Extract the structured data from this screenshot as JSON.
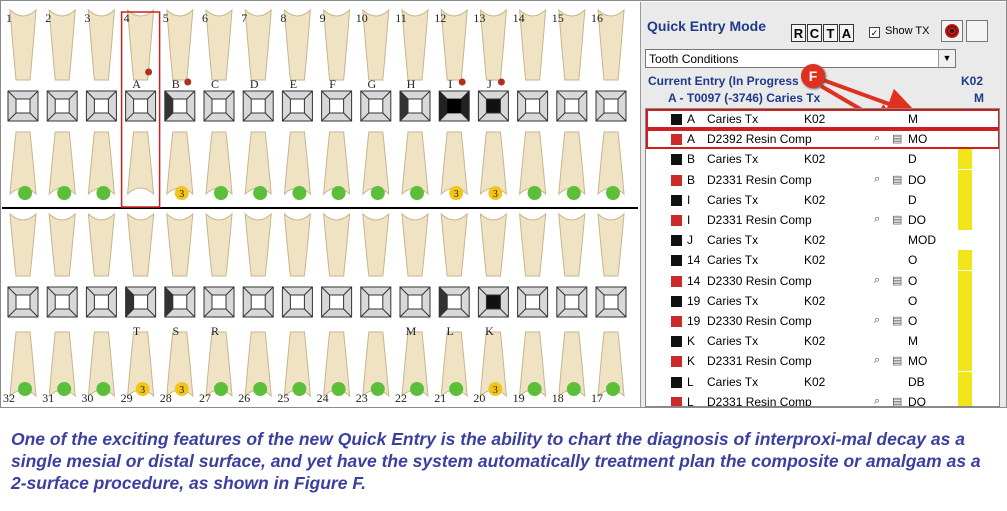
{
  "chart": {
    "upper_numbers": [
      "1",
      "2",
      "3",
      "4",
      "5",
      "6",
      "7",
      "8",
      "9",
      "10",
      "11",
      "12",
      "13",
      "14",
      "15",
      "16"
    ],
    "lower_numbers": [
      "32",
      "31",
      "30",
      "29",
      "28",
      "27",
      "26",
      "25",
      "24",
      "23",
      "22",
      "21",
      "20",
      "19",
      "18",
      "17"
    ],
    "upper_letters": [
      "A",
      "B",
      "C",
      "D",
      "E",
      "F",
      "G",
      "H",
      "I",
      "J"
    ],
    "lower_letters": [
      "T",
      "S",
      "R",
      "M",
      "L",
      "K"
    ],
    "mark_count": "3"
  },
  "panel": {
    "mode_title": "Quick Entry Mode",
    "buttons": [
      "R",
      "C",
      "T",
      "A"
    ],
    "show_tx_label": "Show TX",
    "show_tx_checked": "✓",
    "dropdown_value": "Tooth Conditions",
    "current_entry_label": "Current Entry (In Progress",
    "current_entry_code": "K02",
    "current_entry_line2": "A - T0097  (-3746)   Caries Tx",
    "current_entry_surface": "M",
    "callout": "F"
  },
  "rows": [
    {
      "tooth": "A",
      "desc": "Caries Tx",
      "code": "K02",
      "surf": "M",
      "swatch": "black",
      "yellow": false,
      "icons": false
    },
    {
      "tooth": "A",
      "desc": "D2392 Resin Comp",
      "code": "",
      "surf": "MO",
      "swatch": "red",
      "yellow": false,
      "icons": true
    },
    {
      "tooth": "B",
      "desc": "Caries Tx",
      "code": "K02",
      "surf": "D",
      "swatch": "black",
      "yellow": true,
      "icons": false
    },
    {
      "tooth": "B",
      "desc": "D2331 Resin Comp",
      "code": "",
      "surf": "DO",
      "swatch": "red",
      "yellow": true,
      "icons": true
    },
    {
      "tooth": "I",
      "desc": "Caries Tx",
      "code": "K02",
      "surf": "D",
      "swatch": "black",
      "yellow": true,
      "icons": false
    },
    {
      "tooth": "I",
      "desc": "D2331 Resin Comp",
      "code": "",
      "surf": "DO",
      "swatch": "red",
      "yellow": true,
      "icons": true
    },
    {
      "tooth": "J",
      "desc": "Caries Tx",
      "code": "K02",
      "surf": "MOD",
      "swatch": "black",
      "yellow": false,
      "icons": false
    },
    {
      "tooth": "14",
      "desc": "Caries Tx",
      "code": "K02",
      "surf": "O",
      "swatch": "black",
      "yellow": true,
      "icons": false
    },
    {
      "tooth": "14",
      "desc": "D2330 Resin Comp",
      "code": "",
      "surf": "O",
      "swatch": "red",
      "yellow": true,
      "icons": true
    },
    {
      "tooth": "19",
      "desc": "Caries Tx",
      "code": "K02",
      "surf": "O",
      "swatch": "black",
      "yellow": true,
      "icons": false
    },
    {
      "tooth": "19",
      "desc": "D2330 Resin Comp",
      "code": "",
      "surf": "O",
      "swatch": "red",
      "yellow": true,
      "icons": true
    },
    {
      "tooth": "K",
      "desc": "Caries Tx",
      "code": "K02",
      "surf": "M",
      "swatch": "black",
      "yellow": true,
      "icons": false
    },
    {
      "tooth": "K",
      "desc": "D2331 Resin Comp",
      "code": "",
      "surf": "MO",
      "swatch": "red",
      "yellow": true,
      "icons": true
    },
    {
      "tooth": "L",
      "desc": "Caries Tx",
      "code": "K02",
      "surf": "DB",
      "swatch": "black",
      "yellow": true,
      "icons": false
    },
    {
      "tooth": "L",
      "desc": "D2331 Resin Comp",
      "code": "",
      "surf": "DO",
      "swatch": "red",
      "yellow": true,
      "icons": true
    }
  ],
  "caption": "One of the exciting features of the new Quick Entry is the ability to chart the diagnosis of interproxi-mal decay as a single mesial or distal surface, and yet have the system automatically treatment plan the composite or amalgam as a 2-surface procedure, as shown in Figure F.",
  "colors": {
    "title": "#1f3a8a",
    "caption": "#3a3fa0",
    "caries": "#111111",
    "procedure": "#cc2a2a",
    "flag": "#f0e61a",
    "implant": "#5cbf3a",
    "callout": "#e03020"
  }
}
